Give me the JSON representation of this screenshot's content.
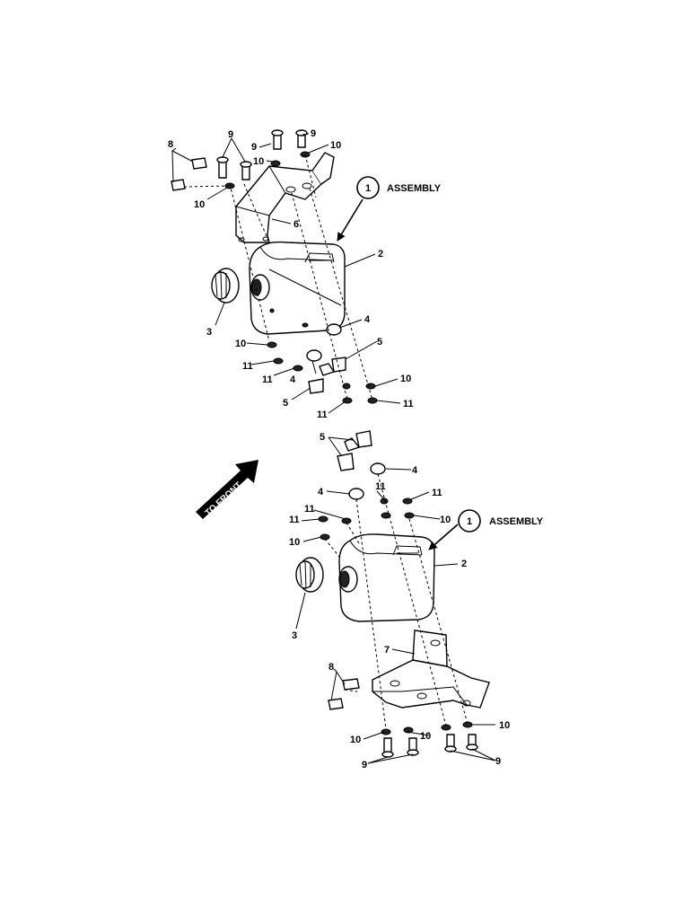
{
  "direction_label": "TO FRONT",
  "assembly_callouts": [
    {
      "number": "1",
      "text": "ASSEMBLY"
    },
    {
      "number": "1",
      "text": "ASSEMBLY"
    }
  ],
  "upper_labels": [
    "8",
    "9",
    "9",
    "9",
    "10",
    "10",
    "10",
    "6",
    "2",
    "3",
    "4",
    "5",
    "10",
    "11",
    "11",
    "4",
    "5",
    "11",
    "10",
    "11"
  ],
  "lower_labels": [
    "5",
    "4",
    "4",
    "11",
    "11",
    "11",
    "11",
    "10",
    "10",
    "2",
    "3",
    "7",
    "8",
    "10",
    "10",
    "10",
    "9",
    "9"
  ]
}
